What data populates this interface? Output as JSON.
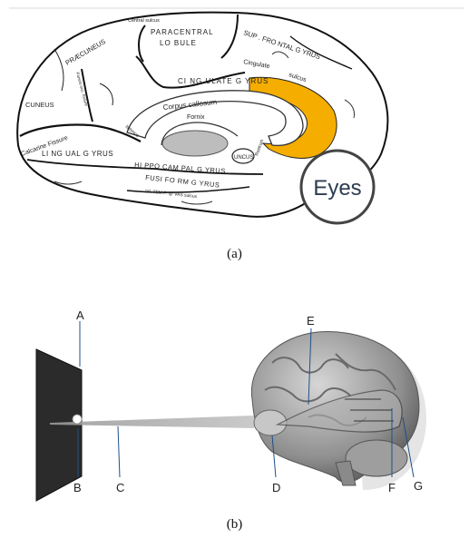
{
  "figure_a": {
    "caption": "(a)",
    "callout": "Eyes",
    "highlight_color": "#f5ad00",
    "labels": {
      "central_sulcus": "Central sulcus",
      "paracentral_lobule_line1": "PARACENTRAL",
      "paracentral_lobule_line2": "LO BULE",
      "superior_frontal_gyrus": "SUP . FRO NTAL  G YRUS",
      "praecuneus": "PRÆCUNEUS",
      "cingulate_sulcus_line1": "Cingulate",
      "cingulate_sulcus_line2": "sulcus",
      "cingulate_gyrus": "CI NG ULATE G YRUS",
      "corpus_callosum": "Corpus callosum",
      "fornix": "Fornix",
      "parieto_occipital_fissure": "Parieto-occ. fissure",
      "cuneus": "CUNEUS",
      "calcarine_fissure": "Calcarine Fissure",
      "lingual_gyrus": "LI NG UAL  G YRUS",
      "isthmus": "Isthmus",
      "uncus": "UNCUS",
      "rostrum": "Rostrum",
      "hippocampal_gyrus": "HI PPO CAM PAL G YRUS",
      "fusiform_gyrus": "FUSI FO RM  G YRUS",
      "inferior_temporal_sulcus": "Inf. TEM P. @ VAS sulcus"
    }
  },
  "figure_b": {
    "caption": "(b)",
    "labels": {
      "screen": "A",
      "stimulus_point": "B",
      "visual_ray": "C",
      "eye": "D",
      "brain_surface": "E",
      "visual_pathway": "F",
      "occipital_cortex": "G"
    }
  }
}
